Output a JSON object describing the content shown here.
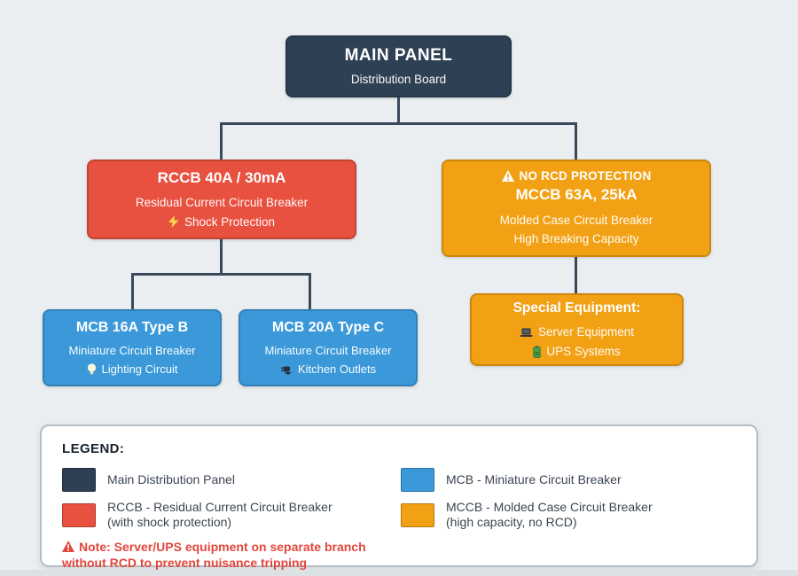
{
  "background_color": "#eaeef0",
  "colors": {
    "navy": "#2e4154",
    "red": "#e8503f",
    "orange": "#f2a114",
    "blue": "#3b99d9",
    "connector": "#3a4a5c",
    "note_red": "#e2473c",
    "legend_bg": "#ffffff"
  },
  "tree": {
    "main_panel": {
      "title": "MAIN PANEL",
      "subtitle": "Distribution Board"
    },
    "rccb": {
      "title": "RCCB 40A / 30mA",
      "line1": "Residual Current Circuit Breaker",
      "line2": "Shock Protection",
      "line2_icon": "lightning-icon"
    },
    "mccb": {
      "warning": "NO RCD PROTECTION",
      "warning_icon": "warning-icon",
      "title": "MCCB 63A, 25kA",
      "line1": "Molded Case Circuit Breaker",
      "line2": "High Breaking Capacity"
    },
    "mcb_lighting": {
      "title": "MCB 16A Type B",
      "line1": "Miniature Circuit Breaker",
      "line2": "Lighting Circuit",
      "line2_icon": "lightbulb-icon"
    },
    "mcb_kitchen": {
      "title": "MCB 20A Type C",
      "line1": "Miniature Circuit Breaker",
      "line2": "Kitchen Outlets",
      "line2_icon": "plug-icon"
    },
    "special_equipment": {
      "title": "Special Equipment:",
      "line1": "Server Equipment",
      "line1_icon": "laptop-icon",
      "line2": "UPS Systems",
      "line2_icon": "battery-icon"
    }
  },
  "legend": {
    "title": "LEGEND:",
    "items": [
      {
        "swatch_color": "#2e4154",
        "label": "Main Distribution Panel",
        "label2": ""
      },
      {
        "swatch_color": "#3b99d9",
        "label": "MCB - Miniature Circuit Breaker",
        "label2": ""
      },
      {
        "swatch_color": "#e8503f",
        "label": "RCCB - Residual Current Circuit Breaker",
        "label2": "(with shock protection)"
      },
      {
        "swatch_color": "#f2a114",
        "label": "MCCB - Molded Case Circuit Breaker",
        "label2": "(high capacity, no RCD)"
      }
    ],
    "note_icon": "warning-icon",
    "note_line1": "Note: Server/UPS equipment on separate branch",
    "note_line2": "without RCD to prevent nuisance tripping"
  }
}
